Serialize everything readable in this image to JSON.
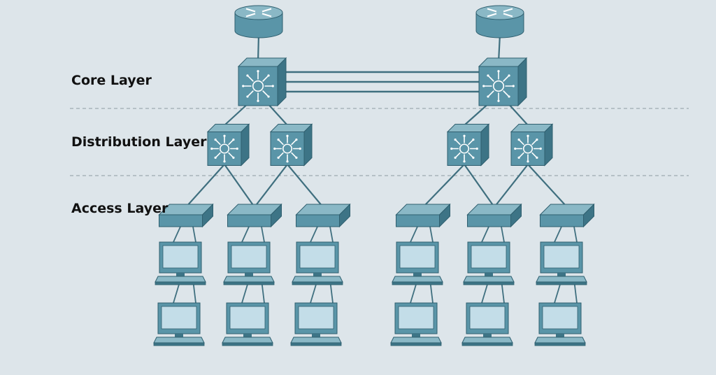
{
  "layers": {
    "core": "Core Layer",
    "distribution": "Distribution Layer",
    "access": "Access Layer"
  },
  "colors": {
    "background": "#dde5ea",
    "device_front": "#5a95a8",
    "device_top": "#8ab8c6",
    "device_side": "#3d7486",
    "screen": "#c3dde8",
    "link": "#3f6f7f",
    "divider": "#8d9aa2"
  },
  "icons": {
    "router": "router-icon",
    "multilayer_switch": "multilayer-switch-icon",
    "access_switch": "access-switch-icon",
    "computer": "computer-icon"
  }
}
